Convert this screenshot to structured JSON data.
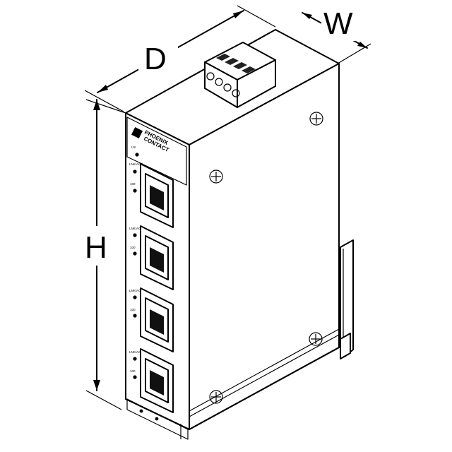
{
  "dimensions": {
    "depth_label": "D",
    "width_label": "W",
    "height_label": "H"
  },
  "brand": {
    "line1": "PHOENIX",
    "line2": "CONTACT"
  },
  "front_panel": {
    "top_led_label": "US",
    "ports": [
      {
        "led1_label": "LNK/ACT",
        "led2_label": "100"
      },
      {
        "led1_label": "LNK/ACT",
        "led2_label": "100"
      },
      {
        "led1_label": "LNK/ACT",
        "led2_label": "100"
      },
      {
        "led1_label": "LNK/ACT",
        "led2_label": "100"
      }
    ]
  }
}
